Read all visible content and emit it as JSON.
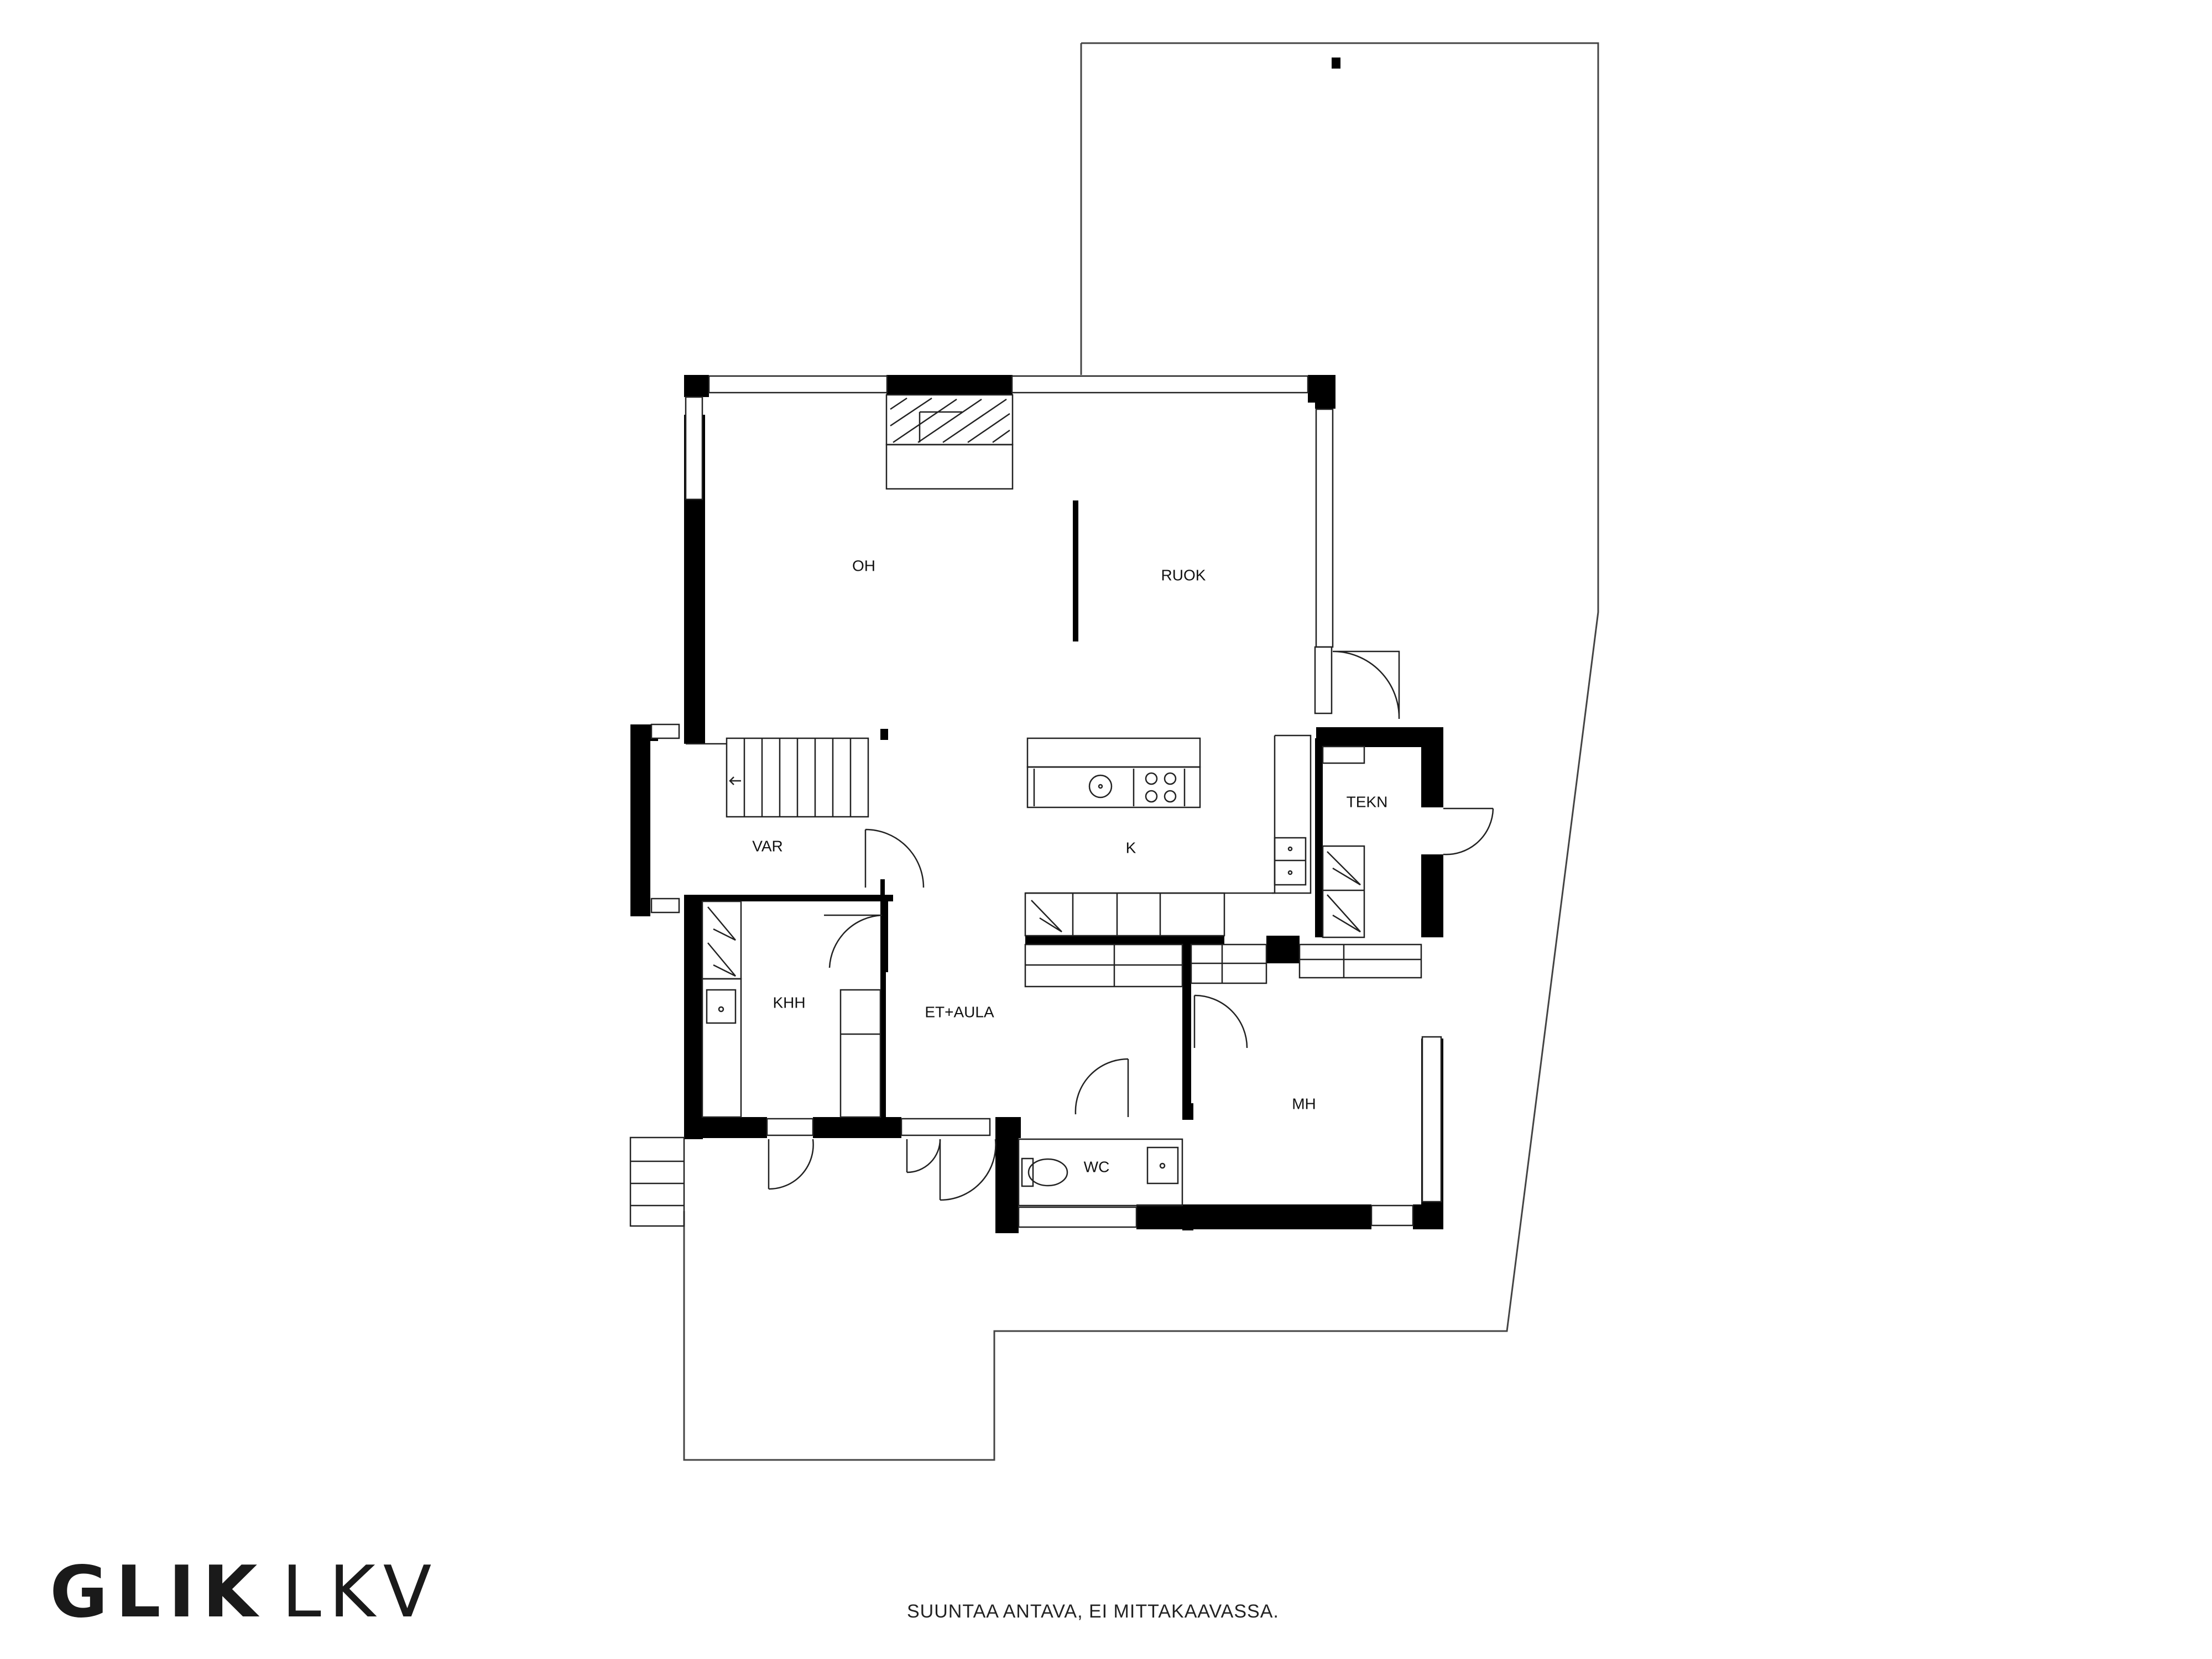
{
  "colors": {
    "wall": "#000000",
    "line": "#333333",
    "background": "#ffffff",
    "text": "#111111"
  },
  "rooms": {
    "oh": "OH",
    "ruok": "RUOK",
    "k": "K",
    "var": "VAR",
    "tekn": "TEKN",
    "khh": "KHH",
    "et_aula": "ET+AULA",
    "mh": "MH",
    "wc": "WC"
  },
  "brand": {
    "bold": "GLIK",
    "light": "LKV"
  },
  "disclaimer": "SUUNTAA ANTAVA, EI MITTAKAAVASSA."
}
